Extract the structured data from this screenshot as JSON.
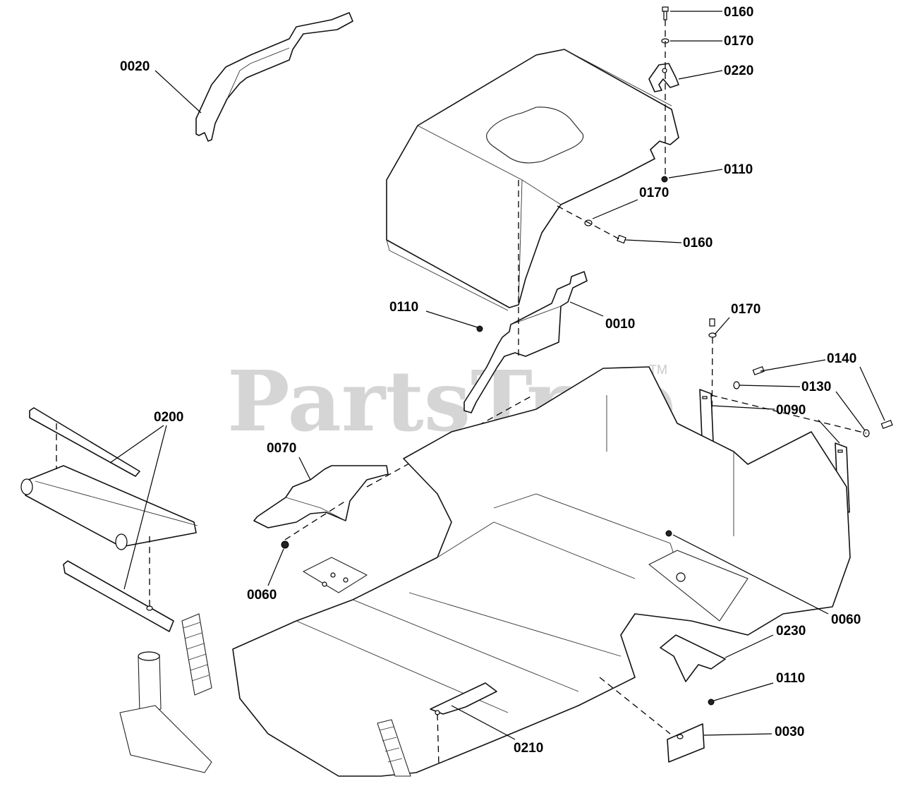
{
  "watermark": {
    "text": "PartsTree",
    "trademark": "TM"
  },
  "callouts": [
    {
      "id": "c-0160-top",
      "label": "0160"
    },
    {
      "id": "c-0170-top",
      "label": "0170"
    },
    {
      "id": "c-0220",
      "label": "0220"
    },
    {
      "id": "c-0020",
      "label": "0020"
    },
    {
      "id": "c-0110-top",
      "label": "0110"
    },
    {
      "id": "c-0170-mid",
      "label": "0170"
    },
    {
      "id": "c-0160-mid",
      "label": "0160"
    },
    {
      "id": "c-0110-mid",
      "label": "0110"
    },
    {
      "id": "c-0010",
      "label": "0010"
    },
    {
      "id": "c-0170-right",
      "label": "0170"
    },
    {
      "id": "c-0140",
      "label": "0140"
    },
    {
      "id": "c-0130",
      "label": "0130"
    },
    {
      "id": "c-0090",
      "label": "0090"
    },
    {
      "id": "c-0200",
      "label": "0200"
    },
    {
      "id": "c-0070",
      "label": "0070"
    },
    {
      "id": "c-0060-left",
      "label": "0060"
    },
    {
      "id": "c-0060-right",
      "label": "0060"
    },
    {
      "id": "c-0230",
      "label": "0230"
    },
    {
      "id": "c-0110-bottom",
      "label": "0110"
    },
    {
      "id": "c-0210",
      "label": "0210"
    },
    {
      "id": "c-0030",
      "label": "0030"
    }
  ]
}
